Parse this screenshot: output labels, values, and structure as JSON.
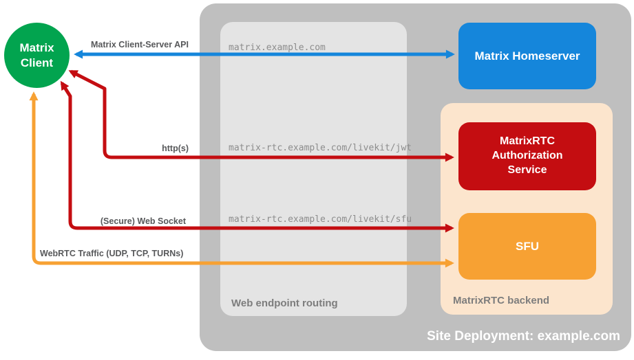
{
  "diagram": {
    "site_label": "Site Deployment: example.com",
    "client": {
      "label": "Matrix Client"
    },
    "homeserver": {
      "label": "Matrix Homeserver"
    },
    "auth_service": {
      "label": "MatrixRTC Authorization Service"
    },
    "sfu": {
      "label": "SFU"
    },
    "containers": {
      "web_endpoint_routing": {
        "label": "Web endpoint routing"
      },
      "matrixrtc_backend": {
        "label": "MatrixRTC backend"
      }
    },
    "routes": {
      "homeserver_route": "matrix.example.com",
      "jwt_route": "matrix-rtc.example.com/livekit/jwt",
      "sfu_route": "matrix-rtc.example.com/livekit/sfu"
    },
    "arrows": {
      "api": {
        "label": "Matrix Client-Server API",
        "color": "#1586db"
      },
      "http": {
        "label": "http(s)",
        "color": "#c40d11"
      },
      "ws": {
        "label": "(Secure) Web Socket",
        "color": "#c40d11"
      },
      "webrtc": {
        "label": "WebRTC Traffic (UDP, TCP, TURNs)",
        "color": "#f7a133"
      }
    },
    "colors": {
      "client_green": "#02a44f",
      "homeserver_blue": "#1586db",
      "auth_red": "#c40d11",
      "sfu_orange": "#f7a133",
      "backend_peach": "#fce5cd",
      "outer_gray": "#bfbfbf",
      "routing_gray": "#e4e4e4",
      "label_gray": "#57585a"
    }
  }
}
